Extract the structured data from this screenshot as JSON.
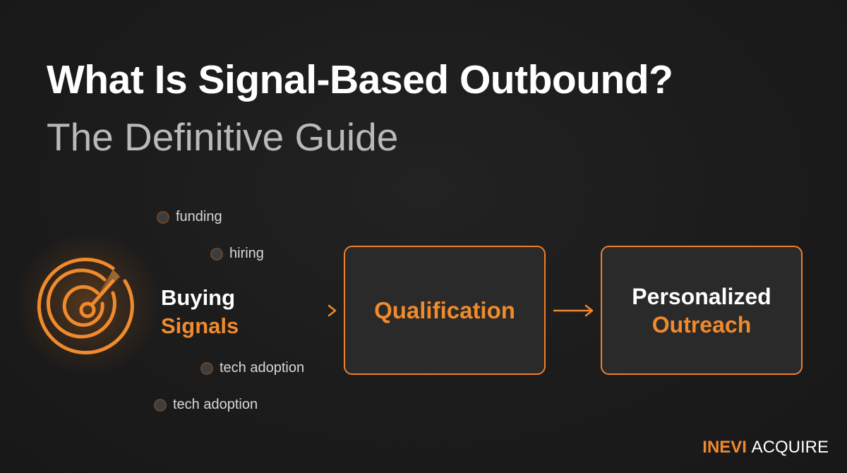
{
  "header": {
    "title": "What Is Signal-Based Outbound?",
    "subtitle": "The Definitive Guide"
  },
  "diagram": {
    "source": {
      "icon": "radar-icon",
      "label_line1": "Buying",
      "label_line2": "Signals"
    },
    "signals": [
      {
        "label": "funding"
      },
      {
        "label": "hiring"
      },
      {
        "label": "tech adoption"
      },
      {
        "label": "tech adoption"
      }
    ],
    "steps": [
      {
        "label": "Qualification"
      },
      {
        "label_line1": "Personalized",
        "label_line2": "Outreach"
      }
    ]
  },
  "brand": {
    "part1": "INEVI",
    "part2": "ACQUIRE"
  },
  "colors": {
    "accent": "#f08a2c",
    "background": "#1c1c1c",
    "box_fill": "#2a2a2a",
    "title": "#ffffff",
    "subtitle": "#b9b9b9"
  }
}
